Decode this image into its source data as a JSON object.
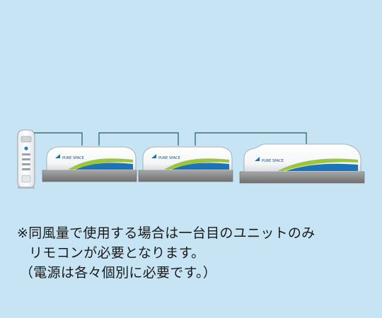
{
  "notes": {
    "line1": "※同風量で使用する場合は一台目のユニットのみ",
    "line2": "リモコンが必要となります。",
    "line3": "（電源は各々個別に必要です。）"
  },
  "diagram": {
    "units": [
      {
        "brand_text": "PURE SPACE"
      },
      {
        "brand_text": "PURE SPACE"
      },
      {
        "brand_text": "PURE SPACE"
      }
    ],
    "colors": {
      "background": "#c6e4f3",
      "cable": "#1f5c66",
      "unit_body": "#ffffff",
      "wave_green": "#9bc63b",
      "wave_blue": "#1d73b8",
      "panel_gray": "#8c8c8c"
    }
  }
}
